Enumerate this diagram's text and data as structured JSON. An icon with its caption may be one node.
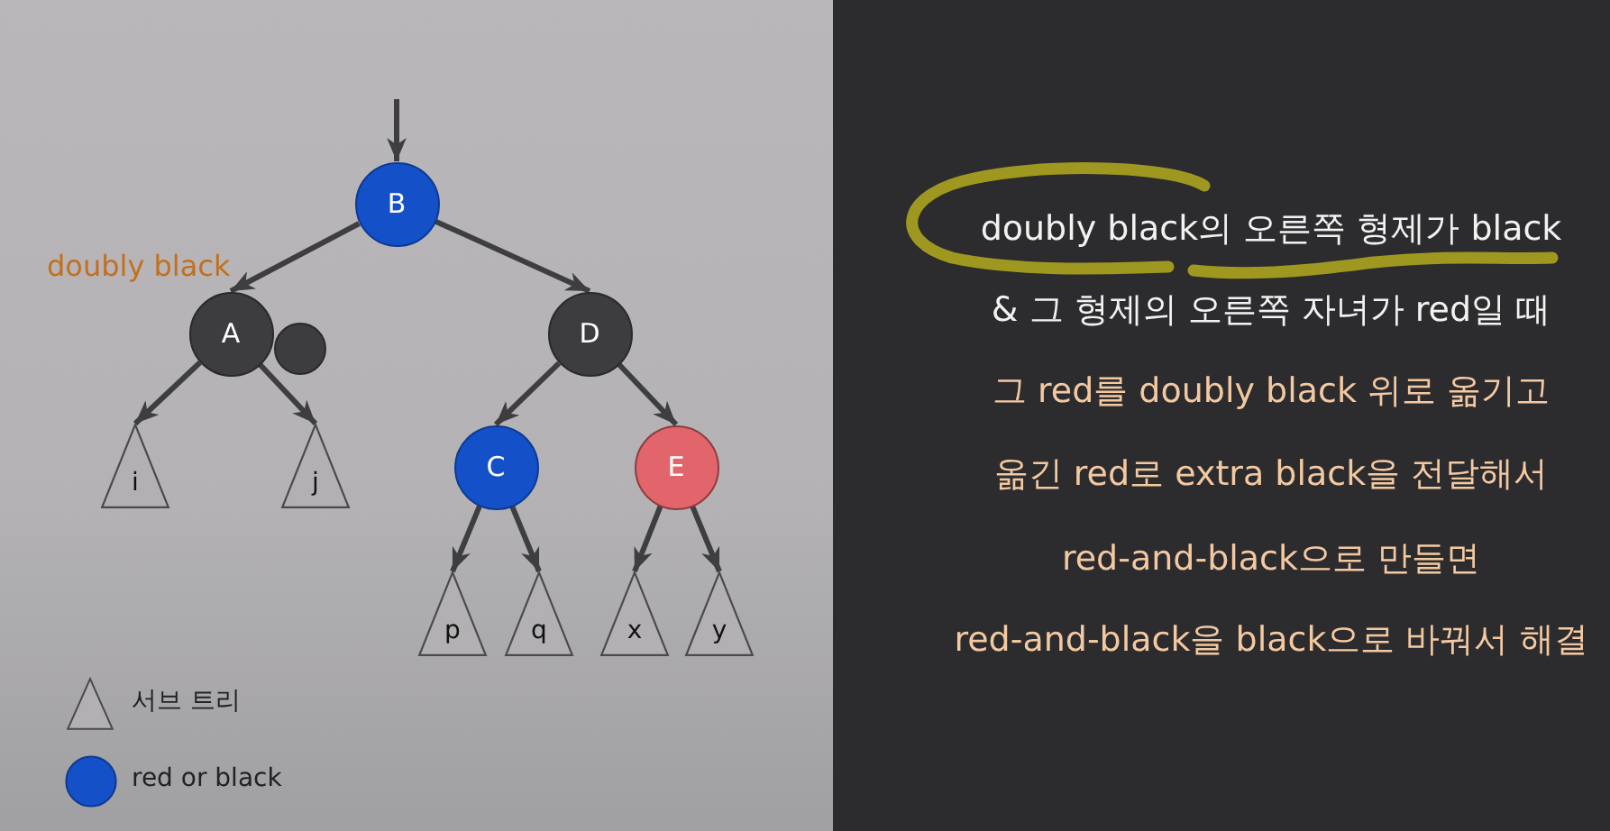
{
  "diagram": {
    "nodes": [
      {
        "text": [
          "B"
        ]
      },
      {
        "text": [
          "A"
        ],
        "beside": [
          "doubly black"
        ]
      },
      {
        "text": [],
        "shape": "circle"
      },
      {
        "text": [
          "D"
        ]
      },
      {
        "text": [
          "i"
        ]
      },
      {
        "text": [
          "j"
        ]
      },
      {
        "text": [
          "C"
        ]
      },
      {
        "text": [
          "E"
        ]
      },
      {
        "text": [
          "p"
        ]
      },
      {
        "text": [
          "q"
        ]
      },
      {
        "text": [
          "x"
        ]
      },
      {
        "text": [
          "y"
        ]
      }
    ],
    "edges": [
      {
        "from": null,
        "to": 0,
        "arrow": "to"
      },
      {
        "from": 0,
        "to": 1,
        "arrow": "to"
      },
      {
        "from": 0,
        "to": 3,
        "arrow": "to"
      },
      {
        "from": 1,
        "to": 4,
        "arrow": "to"
      },
      {
        "from": 1,
        "to": 5,
        "arrow": "to"
      },
      {
        "from": 3,
        "to": 6,
        "arrow": "to"
      },
      {
        "from": 3,
        "to": 7,
        "arrow": "to"
      },
      {
        "from": 6,
        "to": 8,
        "arrow": "to"
      },
      {
        "from": 6,
        "to": 9,
        "arrow": "to"
      },
      {
        "from": 7,
        "to": 10,
        "arrow": "to"
      },
      {
        "from": 7,
        "to": 11,
        "arrow": "to"
      }
    ],
    "labels": [
      "doubly black의 오른쪽 형제가 black",
      "& 그 형제의 오른쪽 자녀가 red일 때",
      "그 red를 doubly black 위로 옮기고",
      "옮긴 red로 extra black을 전달해서",
      "red-and-black으로 만들면",
      "red-and-black을 black으로 바꿔서 해결"
    ],
    "legend": [
      {
        "text": "서브 트리"
      },
      {
        "text": "red or black",
        "color": "#1450c8"
      }
    ]
  }
}
